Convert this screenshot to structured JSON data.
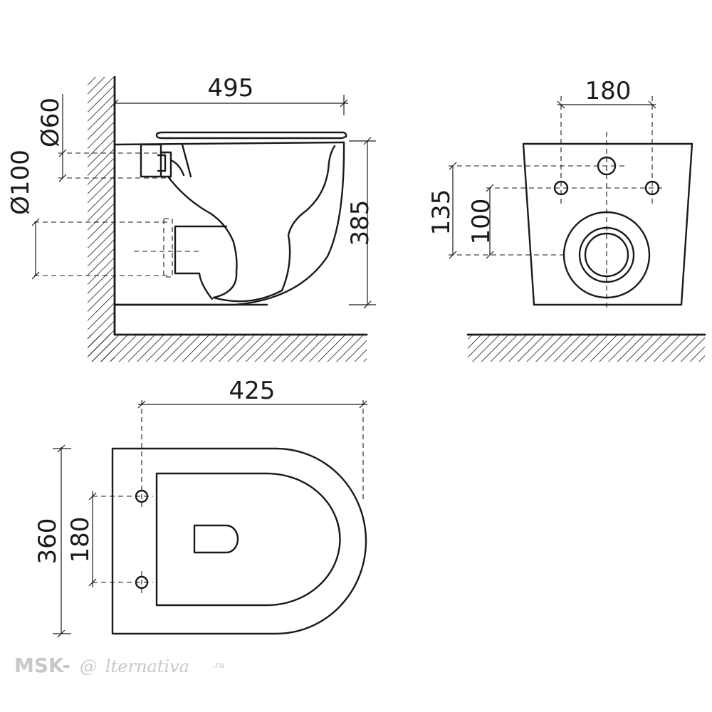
{
  "side_view": {
    "width_label": "495",
    "height_label": "385",
    "inlet_diameter_label": "Ø60",
    "outlet_diameter_label": "Ø100"
  },
  "front_view": {
    "hole_spacing_label": "180",
    "upper_height_label": "135",
    "lower_height_label": "100"
  },
  "top_view": {
    "length_label": "425",
    "width_label": "360",
    "hole_spacing_label": "180"
  },
  "watermark": {
    "prefix": "MSK-",
    "symbol": "@",
    "name": "lternativa",
    "suffix": ".ru"
  }
}
